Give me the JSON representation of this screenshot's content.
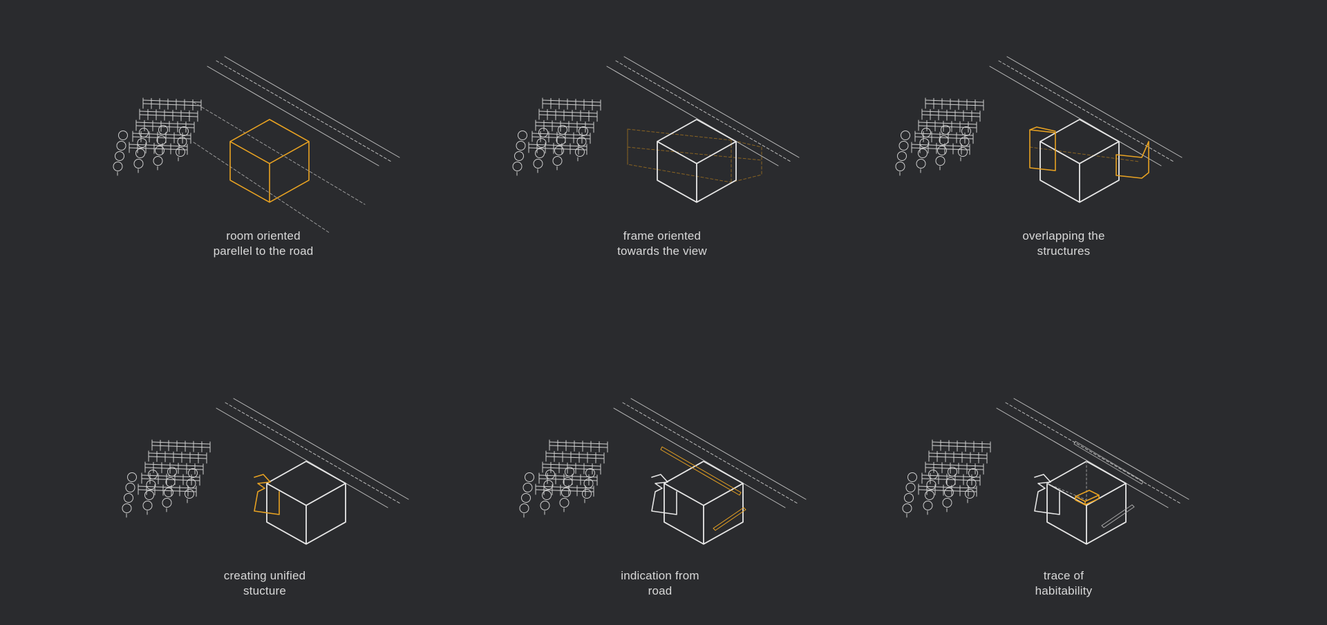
{
  "colors": {
    "background": "#2a2b2e",
    "line": "#e6e6e6",
    "accent": "#e8a222",
    "accent_dim": "#8a6422",
    "text": "#d8d8d8"
  },
  "panels": [
    {
      "id": "room-oriented",
      "caption": [
        "room oriented",
        "parellel to the road"
      ]
    },
    {
      "id": "frame-oriented",
      "caption": [
        "frame oriented",
        "towards the view"
      ]
    },
    {
      "id": "overlapping",
      "caption": [
        "overlapping the",
        "structures"
      ]
    },
    {
      "id": "unified",
      "caption": [
        "creating unified",
        "stucture"
      ]
    },
    {
      "id": "indication",
      "caption": [
        "indication from",
        "road"
      ]
    },
    {
      "id": "habitability",
      "caption": [
        "trace of",
        "habitability"
      ]
    }
  ]
}
